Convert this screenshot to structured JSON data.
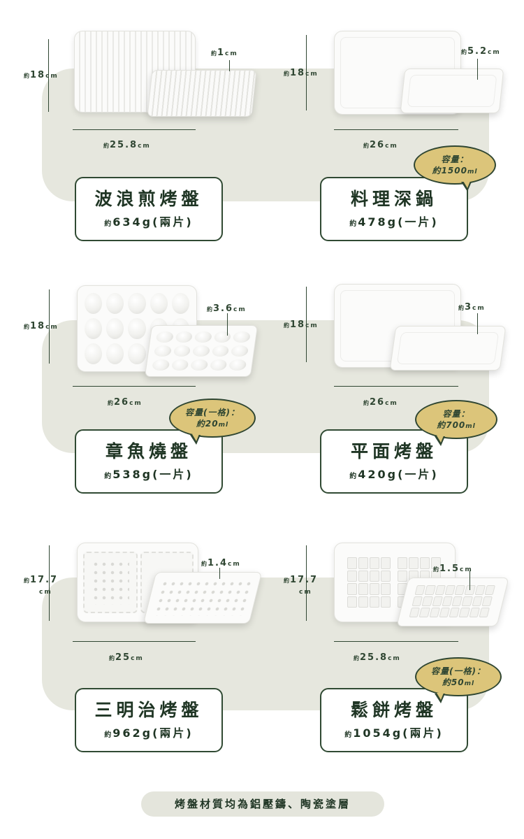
{
  "products": [
    {
      "name": "波浪煎烤盤",
      "weight": "634g(兩片)",
      "height": "18",
      "length": "25.8",
      "depth": "1"
    },
    {
      "name": "料理深鍋",
      "weight": "478g(一片)",
      "height": "18",
      "length": "26",
      "depth": "5.2",
      "capacity_title": "容量：",
      "capacity_value": "1500"
    },
    {
      "name": "章魚燒盤",
      "weight": "538g(一片)",
      "height": "18",
      "length": "26",
      "depth": "3.6",
      "capacity_title": "容量(一格)：",
      "capacity_value": "20"
    },
    {
      "name": "平面烤盤",
      "weight": "420g(一片)",
      "height": "18",
      "length": "26",
      "depth": "3",
      "capacity_title": "容量：",
      "capacity_value": "700"
    },
    {
      "name": "三明治烤盤",
      "weight": "962g(兩片)",
      "height": "17.7",
      "length": "25",
      "depth": "1.4"
    },
    {
      "name": "鬆餅烤盤",
      "weight": "1054g(兩片)",
      "height": "17.7",
      "length": "25.8",
      "depth": "1.5",
      "capacity_title": "容量(一格)：",
      "capacity_value": "50"
    }
  ],
  "labels": {
    "approx": "約",
    "unit_cm": "cm",
    "unit_ml": "ml"
  },
  "footer": "烤盤材質均為鋁壓鑄、陶瓷塗層",
  "colors": {
    "accent": "#2f4632",
    "band": "#e6e7de",
    "bubble": "#dcc57a"
  }
}
